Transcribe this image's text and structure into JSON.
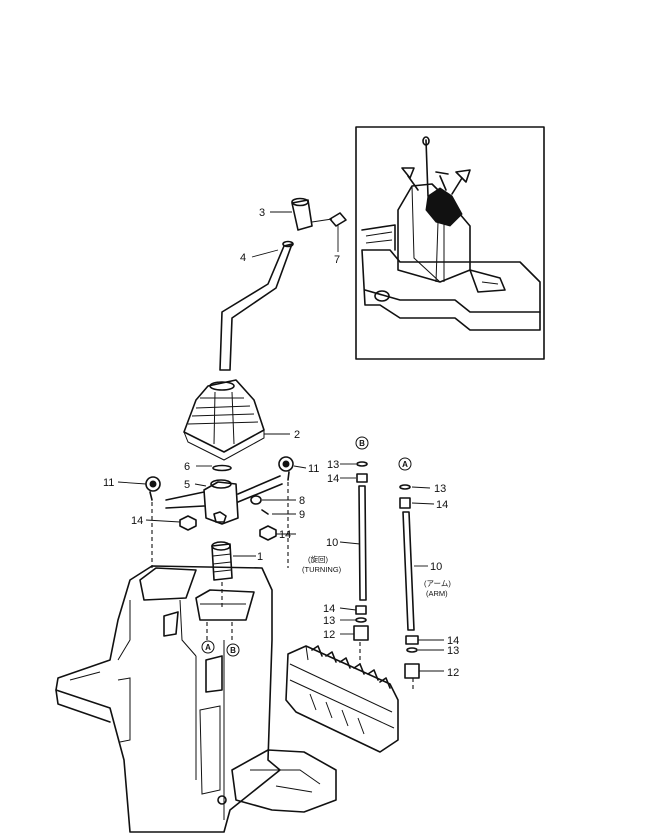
{
  "parts": [
    {
      "id": "p1",
      "label": "1"
    },
    {
      "id": "p2",
      "label": "2"
    },
    {
      "id": "p3",
      "label": "3"
    },
    {
      "id": "p4",
      "label": "4"
    },
    {
      "id": "p5",
      "label": "5"
    },
    {
      "id": "p6",
      "label": "6"
    },
    {
      "id": "p7",
      "label": "7"
    },
    {
      "id": "p8",
      "label": "8"
    },
    {
      "id": "p9",
      "label": "9"
    },
    {
      "id": "p10a",
      "label": "10"
    },
    {
      "id": "p10b",
      "label": "10"
    },
    {
      "id": "p11a",
      "label": "11"
    },
    {
      "id": "p11b",
      "label": "11"
    },
    {
      "id": "p12a",
      "label": "12"
    },
    {
      "id": "p12b",
      "label": "12"
    },
    {
      "id": "p13a",
      "label": "13"
    },
    {
      "id": "p13b",
      "label": "13"
    },
    {
      "id": "p13c",
      "label": "13"
    },
    {
      "id": "p13d",
      "label": "13"
    },
    {
      "id": "p14a",
      "label": "14"
    },
    {
      "id": "p14b",
      "label": "14"
    },
    {
      "id": "p14c",
      "label": "14"
    },
    {
      "id": "p14d",
      "label": "14"
    },
    {
      "id": "p14e",
      "label": "14"
    },
    {
      "id": "p14f",
      "label": "14"
    }
  ],
  "markers": {
    "a": "A",
    "b": "B"
  },
  "rod_labels": {
    "swing_jp": "(旋回)",
    "swing_en": "(TURNING)",
    "arm_jp": "(アーム)",
    "arm_en": "(ARM)"
  }
}
